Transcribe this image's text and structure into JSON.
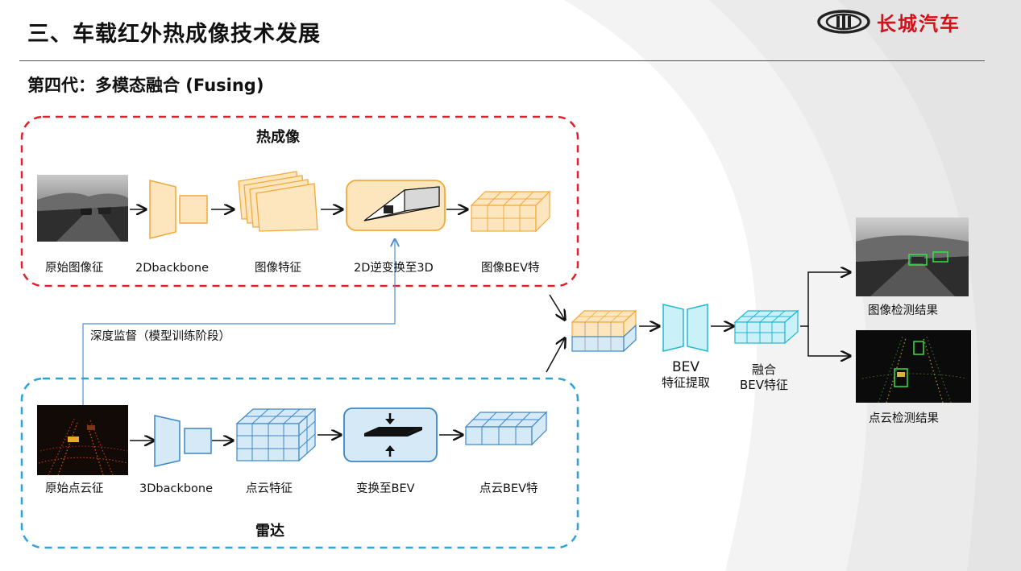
{
  "slide": {
    "title": "三、车载红外热成像技术发展",
    "subtitle": "第四代：多模态融合 (Fusing)"
  },
  "logo": {
    "icon": "great-wall-logo-icon",
    "text": "长城汽车",
    "color": "#d4111b"
  },
  "thermal_branch": {
    "title": "热成像",
    "border_color": "#e0202a",
    "stages": [
      {
        "label": "原始图像征",
        "icon": "thermal-image-thumbnail"
      },
      {
        "label": "2Dbackbone",
        "icon": "2d-backbone-icon"
      },
      {
        "label": "图像特征",
        "icon": "feature-maps-icon"
      },
      {
        "label": "2D逆变换至3D",
        "icon": "frustum-lift-icon"
      },
      {
        "label": "图像BEV特",
        "icon": "bev-grid-icon"
      }
    ]
  },
  "supervision": {
    "label": "深度监督（模型训练阶段）"
  },
  "lidar_branch": {
    "title": "雷达",
    "border_color": "#29a3dc",
    "stages": [
      {
        "label": "原始点云征",
        "icon": "point-cloud-thumbnail"
      },
      {
        "label": "3Dbackbone",
        "icon": "3d-backbone-icon"
      },
      {
        "label": "点云特征",
        "icon": "voxel-grid-icon"
      },
      {
        "label": "变换至BEV",
        "icon": "flatten-to-bev-icon"
      },
      {
        "label": "点云BEV特",
        "icon": "bev-grid-icon"
      }
    ]
  },
  "fusion": {
    "bev_extract_line1": "BEV",
    "bev_extract_line2": "特征提取",
    "fused_line1": "融合",
    "fused_line2": "BEV特征"
  },
  "outputs": [
    {
      "label": "图像检测结果",
      "icon": "image-detection-thumbnail"
    },
    {
      "label": "点云检测结果",
      "icon": "pointcloud-detection-thumbnail"
    }
  ],
  "colors": {
    "orange_fill": "#fde6bd",
    "orange_stroke": "#f2a93b",
    "blue_fill": "#d6e9f7",
    "blue_stroke": "#3d86c6",
    "cyan_fill": "#c9f1f7",
    "cyan_stroke": "#23b9d0"
  }
}
